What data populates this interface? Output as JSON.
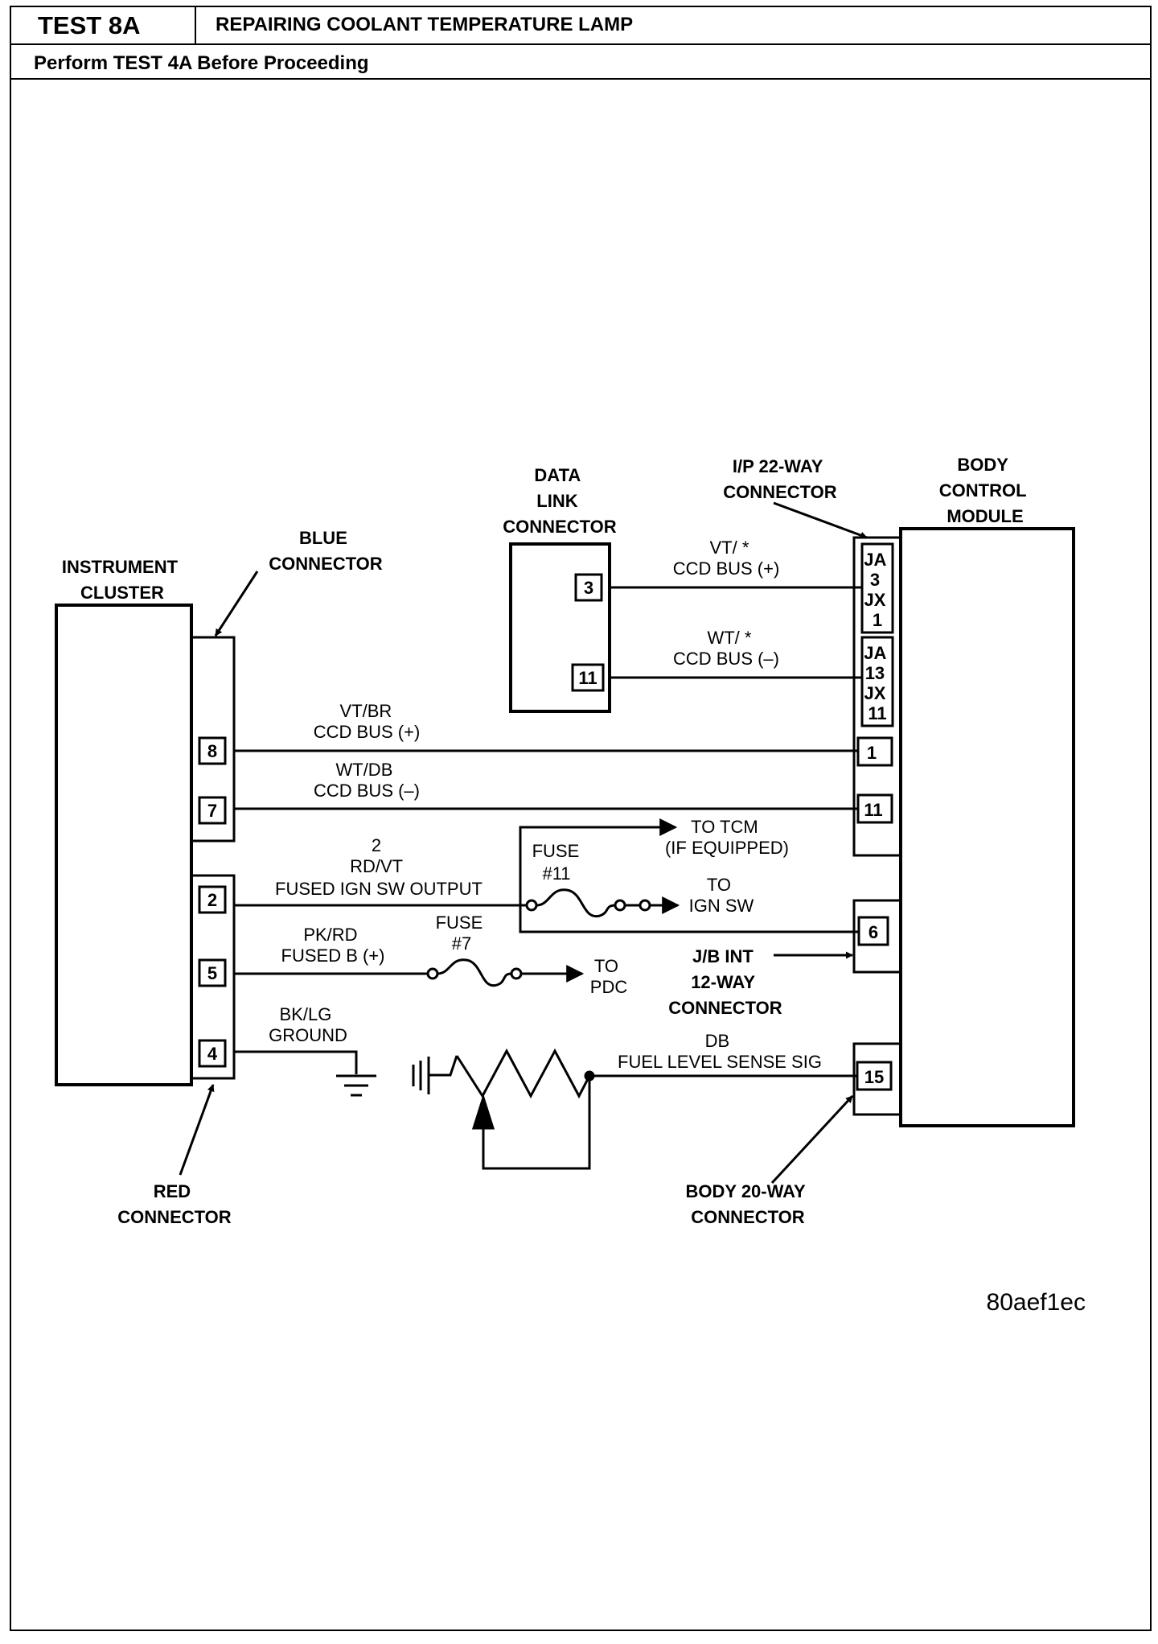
{
  "header": {
    "test_id": "TEST 8A",
    "title": "REPAIRING COOLANT TEMPERATURE LAMP",
    "prerequisite": "Perform TEST 4A Before Proceeding"
  },
  "components": {
    "instrument_cluster": [
      "INSTRUMENT",
      "CLUSTER"
    ],
    "blue_connector": [
      "BLUE",
      "CONNECTOR"
    ],
    "red_connector": [
      "RED",
      "CONNECTOR"
    ],
    "data_link_connector": [
      "DATA",
      "LINK",
      "CONNECTOR"
    ],
    "ip_connector": [
      "I/P 22-WAY",
      "CONNECTOR"
    ],
    "body_control_module": [
      "BODY",
      "CONTROL",
      "MODULE"
    ],
    "jb_connector": [
      "J/B INT",
      "12-WAY",
      "CONNECTOR"
    ],
    "body_connector": [
      "BODY 20-WAY",
      "CONNECTOR"
    ]
  },
  "pins": {
    "cluster": [
      "8",
      "7",
      "2",
      "5",
      "4"
    ],
    "dlc": [
      "3",
      "11"
    ],
    "ip_a": [
      "JA",
      "3",
      "JX",
      "1"
    ],
    "ip_b": [
      "JA",
      "13",
      "JX",
      "11"
    ],
    "bcm": [
      "1",
      "11",
      "6",
      "15"
    ]
  },
  "wires": {
    "dlc_plus": [
      "VT/ *",
      "CCD BUS (+)"
    ],
    "dlc_minus": [
      "WT/ *",
      "CCD BUS (–)"
    ],
    "bus_plus": [
      "VT/BR",
      "CCD BUS (+)"
    ],
    "bus_minus": [
      "WT/DB",
      "CCD BUS (–)"
    ],
    "ign": [
      "2",
      "RD/VT",
      "FUSED IGN SW OUTPUT"
    ],
    "fused_b": [
      "PK/RD",
      "FUSED B (+)"
    ],
    "ground": [
      "BK/LG",
      "GROUND"
    ],
    "fuel": [
      "DB",
      "FUEL LEVEL SENSE SIG"
    ]
  },
  "fuses": {
    "fuse11": [
      "FUSE",
      "#11"
    ],
    "fuse7": [
      "FUSE",
      "#7"
    ]
  },
  "destinations": {
    "tcm": [
      "TO TCM",
      "(IF EQUIPPED)"
    ],
    "ign_sw": [
      "TO",
      "IGN SW"
    ],
    "pdc": [
      "TO",
      "PDC"
    ]
  },
  "figure_code": "80aef1ec",
  "icons": [
    "ground-symbol-icon",
    "battery-ground-icon",
    "fuse-icon",
    "arrow-icon",
    "variable-resistor-icon"
  ]
}
